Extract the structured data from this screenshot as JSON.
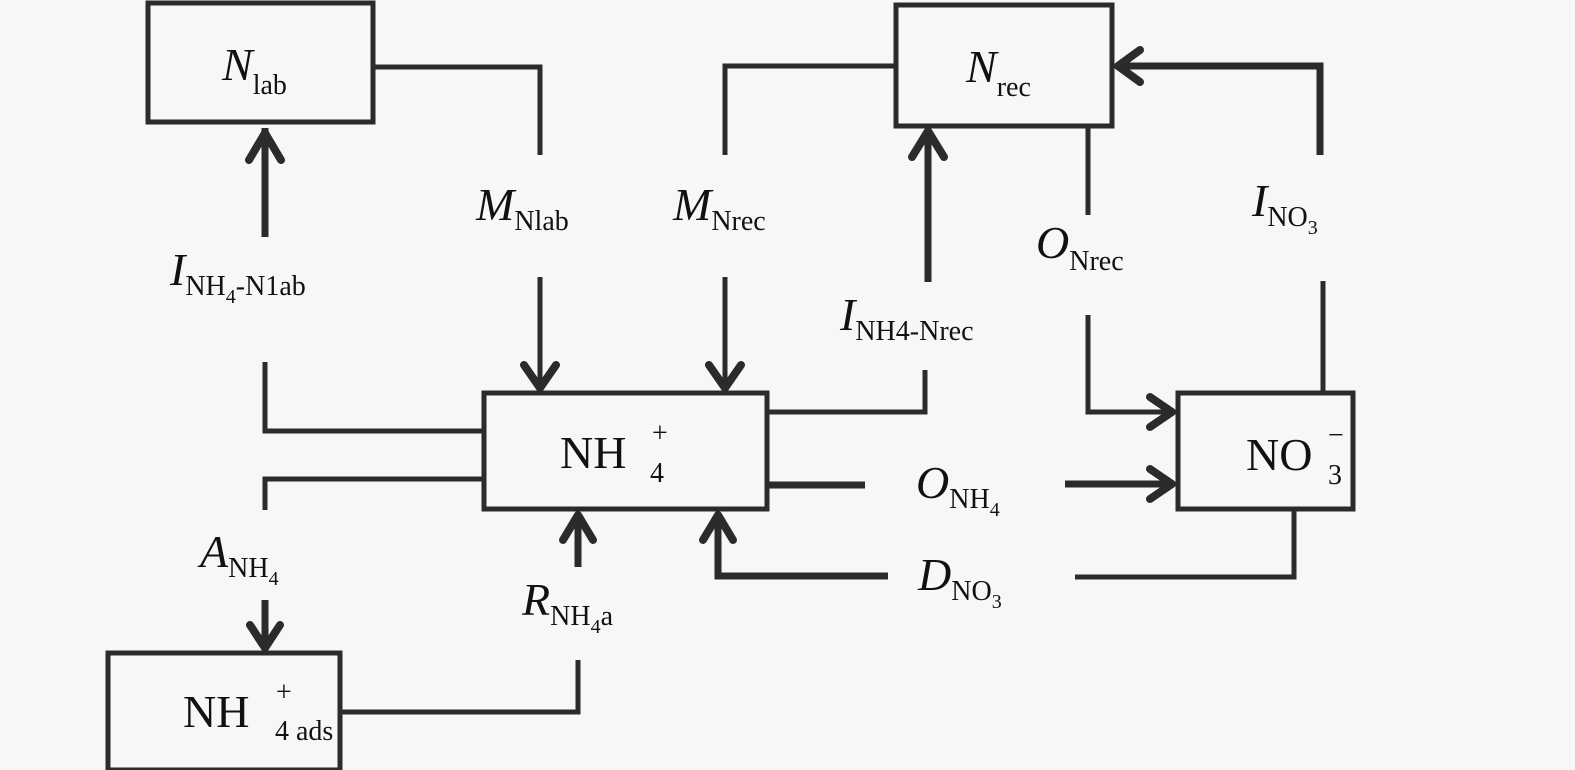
{
  "nodes": {
    "n_lab": {
      "main": "N",
      "sub": "lab"
    },
    "n_rec": {
      "main": "N",
      "sub": "rec"
    },
    "nh4": {
      "main": "NH",
      "sub": "4",
      "sup": "+"
    },
    "no3": {
      "main": "NO",
      "sub": "3",
      "sup": "−"
    },
    "nh4_ads": {
      "main": "NH",
      "sub": "4 ads",
      "sup": "+"
    }
  },
  "flows": {
    "m_nlab": {
      "main": "M",
      "sub": "Nlab"
    },
    "m_nrec": {
      "main": "M",
      "sub": "Nrec"
    },
    "i_nh4_nlab": {
      "main": "I",
      "sub_a": "NH",
      "sub_b": "4",
      "sub_c": "-N1ab"
    },
    "i_nh4_nrec": {
      "main": "I",
      "sub": "NH4-Nrec"
    },
    "o_nrec": {
      "main": "O",
      "sub": "Nrec"
    },
    "i_no3": {
      "main": "I",
      "sub_a": "NO",
      "sub_b": "3"
    },
    "o_nh4": {
      "main": "O",
      "sub_a": "NH",
      "sub_b": "4"
    },
    "d_no3": {
      "main": "D",
      "sub_a": "NO",
      "sub_b": "3"
    },
    "a_nh4": {
      "main": "A",
      "sub_a": "NH",
      "sub_b": "4"
    },
    "r_nh4a": {
      "main": "R",
      "sub_a": "NH",
      "sub_b": "4",
      "sub_c": "a"
    }
  }
}
